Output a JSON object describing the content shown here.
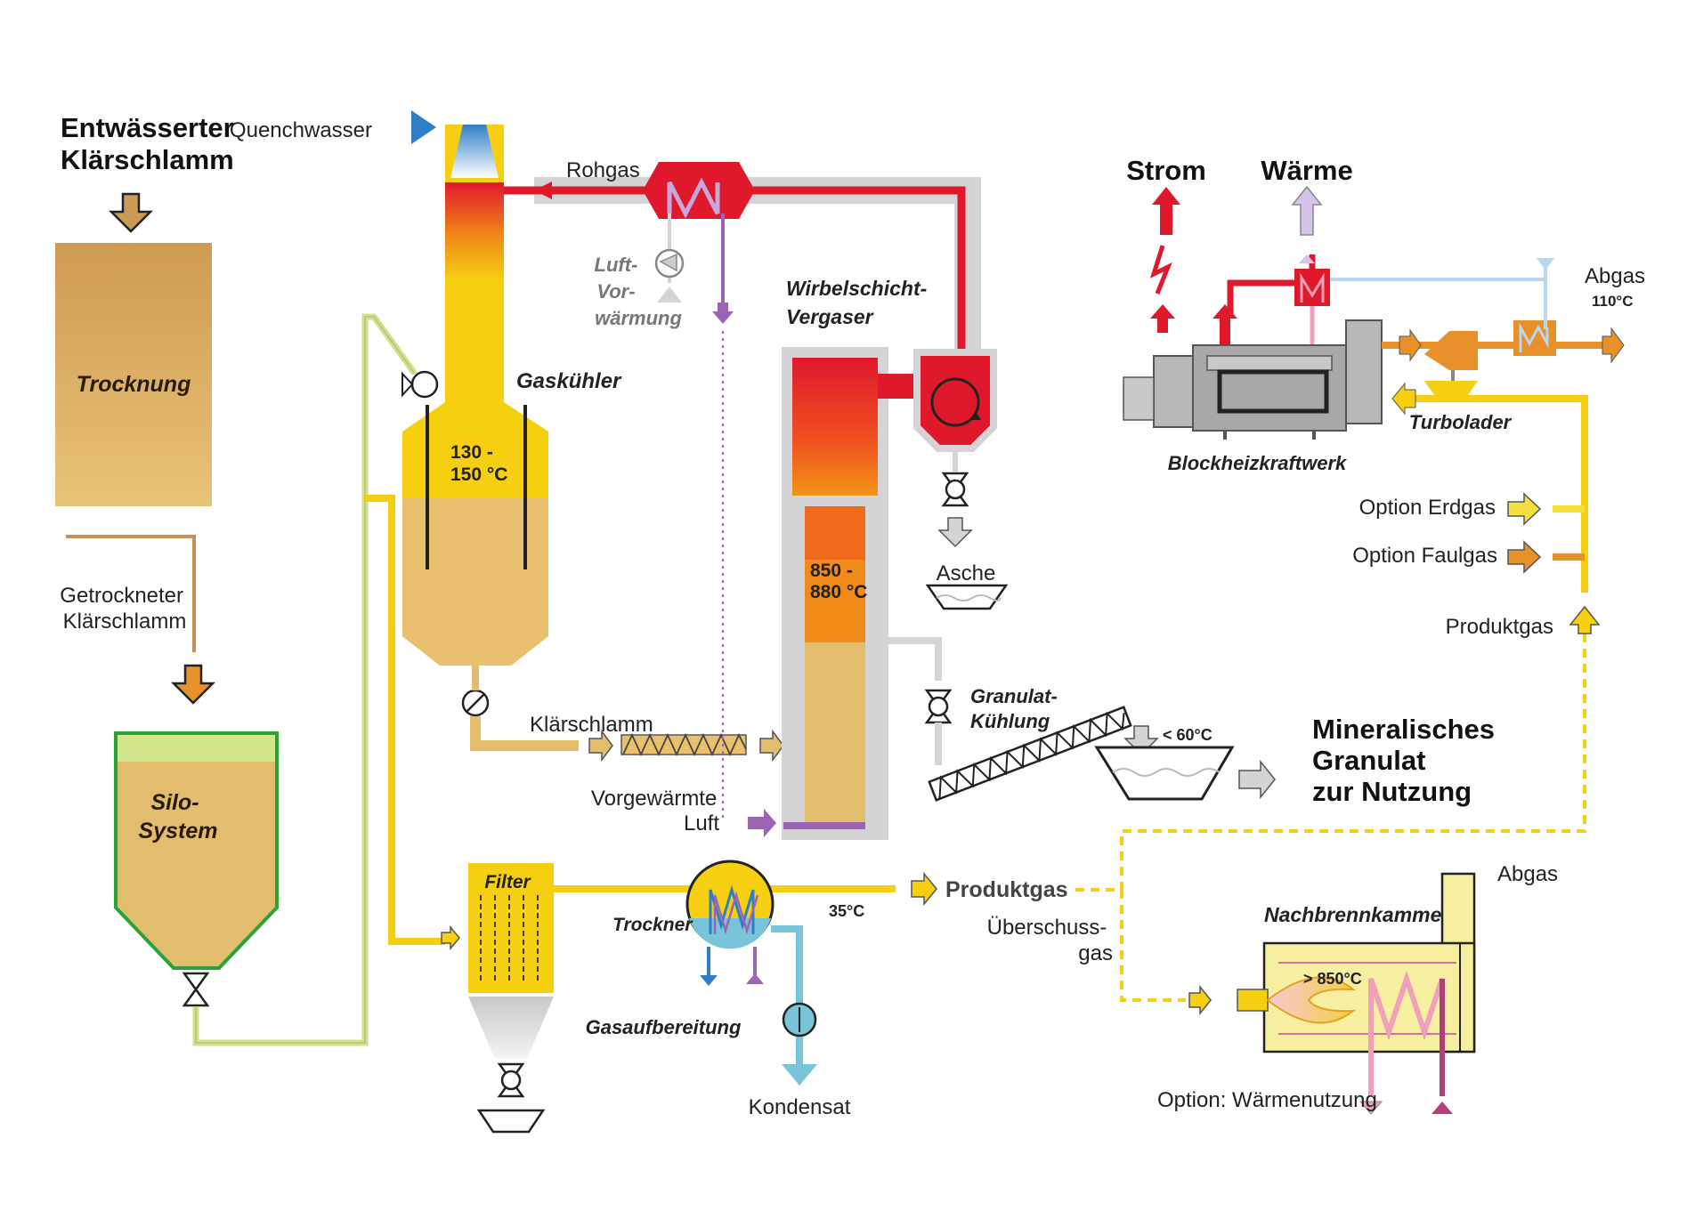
{
  "colors": {
    "sludge_brown": "#cc9a55",
    "dry_sludge": "#e2bd6e",
    "gas_yellow": "#f2cd00",
    "raw_gas_red": "#e0182c",
    "air_purple": "#9c64b4",
    "water_blue": "#2e7ec8",
    "condensate_cyan": "#78c4d8",
    "silo_green": "#2aa23a",
    "duct_grey": "#d4d4d6",
    "biogas_orange": "#e8902a"
  },
  "labels": {
    "input_sludge": "Entwässerter Klärschlamm",
    "drying": "Trocknung",
    "dried_sludge": "Getrockneter Klärschlamm",
    "silo": "Silo-System",
    "quench_water": "Quenchwasser",
    "raw_gas": "Rohgas",
    "air_preheat": "Luft-Vor-wärmung",
    "gas_cooler": "Gaskühler",
    "gas_cooler_temp": "130 - 150 °C",
    "gasifier": "Wirbelschicht-Vergaser",
    "gasifier_temp": "850 - 880 °C",
    "ash": "Asche",
    "sewage_sludge_feed": "Klärschlamm",
    "preheated_air": "Vorgewärmte Luft",
    "granulate_cooling": "Granulat-Kühlung",
    "granulate_temp": "< 60°C",
    "mineral_granulate": "Mineralisches Granulat zur Nutzung",
    "filter": "Filter",
    "dryer": "Trockner",
    "gas_temp_out": "35°C",
    "product_gas": "Produktgas",
    "gas_treatment": "Gasaufbereitung",
    "condensate": "Kondensat",
    "power": "Strom",
    "heat": "Wärme",
    "exhaust_top": "Abgas",
    "exhaust_temp": "110°C",
    "turbocharger": "Turbolader",
    "chp_plant": "Blockheizkraftwerk",
    "option_natural_gas": "Option Erdgas",
    "option_digester_gas": "Option Faulgas",
    "product_gas_right": "Produktgas",
    "surplus_gas": "Überschuss-gas",
    "afterburner": "Nachbrennkammer",
    "afterburner_temp": "> 850°C",
    "exhaust_bottom": "Abgas",
    "heat_use_option": "Option: Wärmenutzung"
  },
  "label_lines": {
    "input_sludge": [
      "Entwässerter",
      "Klärschlamm"
    ],
    "dried_sludge": [
      "Getrockneter",
      "Klärschlamm"
    ],
    "silo": [
      "Silo-",
      "System"
    ],
    "air_preheat": [
      "Luft-",
      "Vor-",
      "wärmung"
    ],
    "gas_cooler_temp": [
      "130 -",
      "150 °C"
    ],
    "gasifier": [
      "Wirbelschicht-",
      "Vergaser"
    ],
    "gasifier_temp": [
      "850 -",
      "880 °C"
    ],
    "preheated_air": [
      "Vorgewärmte",
      "Luft"
    ],
    "granulate_cooling": [
      "Granulat-",
      "Kühlung"
    ],
    "mineral_granulate": [
      "Mineralisches",
      "Granulat",
      "zur Nutzung"
    ],
    "exhaust_top": [
      "Abgas",
      "110°C"
    ],
    "surplus_gas": [
      "Überschuss-",
      "gas"
    ]
  }
}
